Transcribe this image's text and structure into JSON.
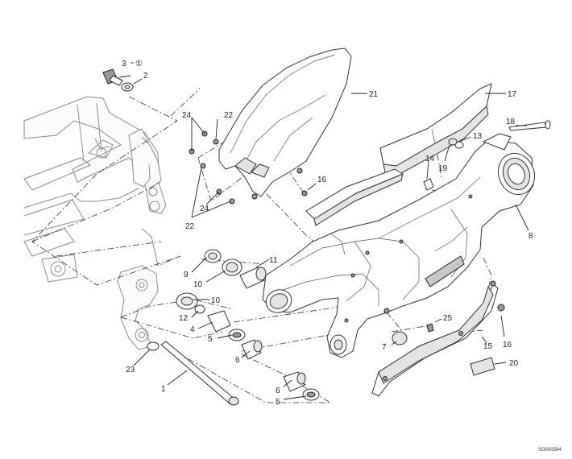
{
  "labels": {
    "l1": "1",
    "l2": "2",
    "l3": "3",
    "l3note": "①",
    "l4": "4",
    "l5a": "5",
    "l5b": "5",
    "l6a": "6",
    "l6b": "6",
    "l7": "7",
    "l8": "8",
    "l9": "9",
    "l10a": "10",
    "l10b": "10",
    "l11": "11",
    "l12": "12",
    "l13": "13",
    "l14": "14",
    "l15": "15",
    "l16a": "16",
    "l16b": "16",
    "l17": "17",
    "l18": "18",
    "l19": "19",
    "l20": "20",
    "l21": "21",
    "l22a": "22",
    "l22b": "22",
    "l23": "23",
    "l24a": "24",
    "l24b": "24",
    "l25": "25"
  },
  "ref_code": "SO000584"
}
